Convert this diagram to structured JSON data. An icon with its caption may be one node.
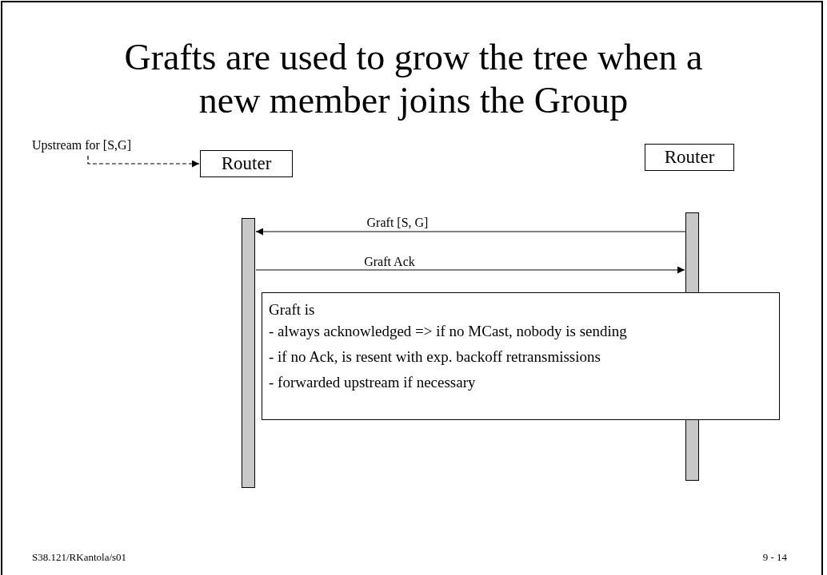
{
  "diagram": {
    "title": "Grafts are used to grow the tree when a new member joins the Group",
    "nodes": [
      {
        "text": [
          "Upstream for [S,G]"
        ]
      },
      {
        "text": [
          "Router"
        ]
      },
      {
        "text": [
          "Router"
        ]
      },
      {
        "text": [],
        "shape": "bar"
      },
      {
        "text": [],
        "shape": "bar"
      },
      {
        "text": [
          "Graft is",
          "- always acknowledged => if no MCast, nobody is sending",
          "- if no Ack, is resent with exp. backoff retransmissions",
          "- forwarded upstream if necessary"
        ]
      }
    ],
    "edges": [
      {
        "from": 0,
        "to": 1,
        "arrow": "to",
        "style": "dashed"
      },
      {
        "from": 4,
        "to": 3,
        "arrow": "to",
        "label": "Graft [S, G]"
      },
      {
        "from": 3,
        "to": 4,
        "arrow": "to",
        "label": "Graft Ack"
      }
    ],
    "labels": [
      "S38.121/RKantola/s01",
      "9 - 14"
    ]
  }
}
